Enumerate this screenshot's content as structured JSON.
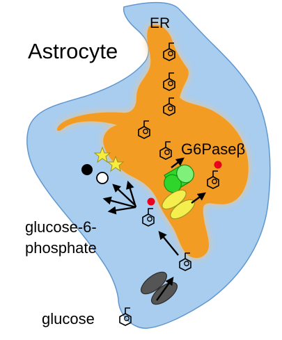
{
  "labels": {
    "cell": "Astrocyte",
    "organelle": "ER",
    "enzyme": "G6Paseβ",
    "g6p_line1": "glucose-6-",
    "g6p_line2": "phosphate",
    "glucose": "glucose"
  },
  "colors": {
    "cytoplasm": "#a9cdef",
    "cell_outline": "#5f97cf",
    "er": "#f39c23",
    "er_glow": "#f7c27a",
    "enzyme": "#2fd52b",
    "transporter": "#f4ef4f",
    "glut": "#555555",
    "phosphate": "#e8001c",
    "star": "#f5ee3e"
  },
  "icons": [
    "glucose-molecule-icon",
    "phosphate-dot-icon",
    "star-icon",
    "black-circle-icon",
    "white-circle-icon"
  ]
}
